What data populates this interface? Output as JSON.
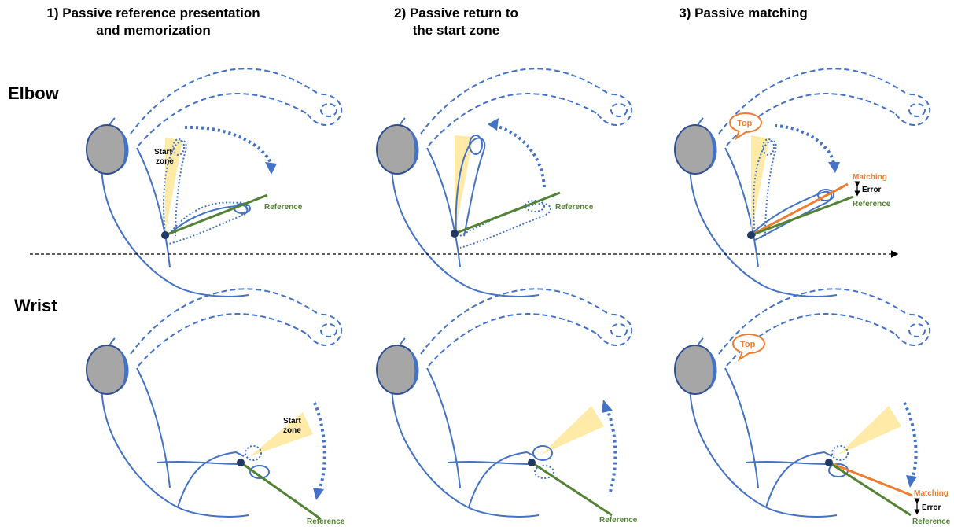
{
  "columns": [
    {
      "title_line1": "1) Passive reference presentation",
      "title_line2": "and memorization"
    },
    {
      "title_line1": "2) Passive return to",
      "title_line2": "the start zone"
    },
    {
      "title_line1": "3) Passive matching",
      "title_line2": ""
    }
  ],
  "rows": [
    {
      "label": "Elbow"
    },
    {
      "label": "Wrist"
    }
  ],
  "labels": {
    "start_zone_line1": "Start",
    "start_zone_line2": "zone",
    "reference": "Reference",
    "matching": "Matching",
    "error": "Error",
    "top": "Top"
  },
  "colors": {
    "arm_outline": "#4472c4",
    "head": "#a6a6a6",
    "start_zone": "#ffe699",
    "reference": "#548235",
    "matching": "#ed7d31",
    "joint": "#1f3864"
  }
}
